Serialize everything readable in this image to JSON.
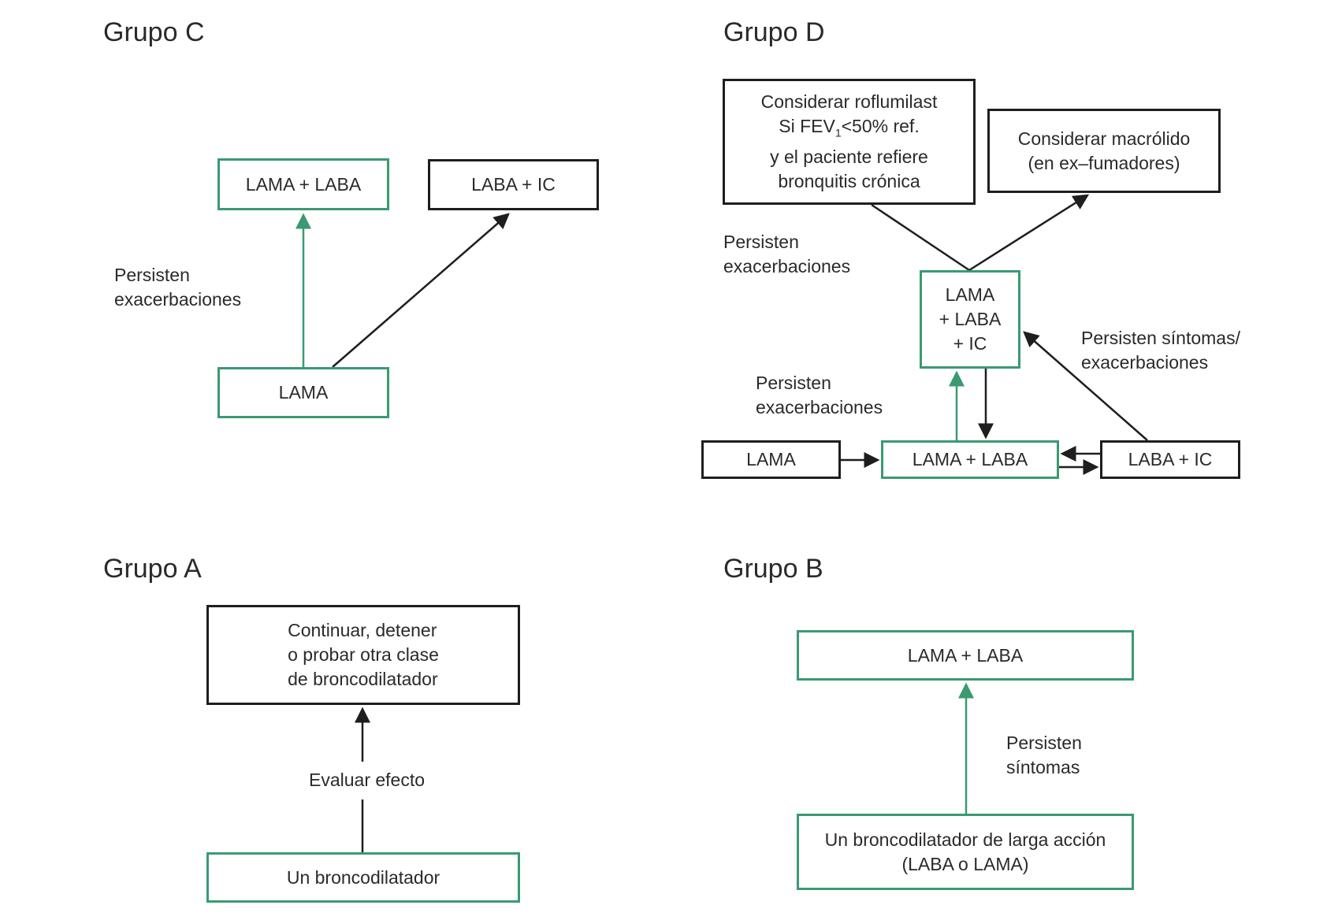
{
  "colors": {
    "green": "#3a9a72",
    "black": "#1e1e1e",
    "text": "#2a2a2a"
  },
  "groups": {
    "C": {
      "title": "Grupo C",
      "boxes": {
        "lama_laba": "LAMA + LABA",
        "laba_ic": "LABA + IC",
        "lama": "LAMA"
      },
      "label": "Persisten\nexacerbaciones"
    },
    "D": {
      "title": "Grupo D",
      "boxes": {
        "roflumilast_l1": "Considerar roflumilast",
        "roflumilast_l2_pre": "Si FEV",
        "roflumilast_l2_sub": "1",
        "roflumilast_l2_post": "<50% ref.",
        "roflumilast_l3": "y el paciente refiere",
        "roflumilast_l4": "bronquitis crónica",
        "macrolido": "Considerar macrólido\n(en ex–fumadores)",
        "lama_laba_ic": "LAMA\n+ LABA\n+ IC",
        "lama": "LAMA",
        "lama_laba": "LAMA + LABA",
        "laba_ic": "LABA + IC"
      },
      "labels": {
        "top": "Persisten\nexacerbaciones",
        "right": "Persisten síntomas/\nexacerbaciones",
        "lower": "Persisten\nexacerbaciones"
      }
    },
    "A": {
      "title": "Grupo A",
      "boxes": {
        "continuar": "Continuar, detener\no probar otra clase\nde broncodilatador",
        "un_broncodilatador": "Un broncodilatador"
      },
      "label": "Evaluar efecto"
    },
    "B": {
      "title": "Grupo B",
      "boxes": {
        "lama_laba": "LAMA + LABA",
        "larga_accion": "Un broncodilatador de larga acción\n(LABA o LAMA)"
      },
      "label": "Persisten\nsíntomas"
    }
  }
}
